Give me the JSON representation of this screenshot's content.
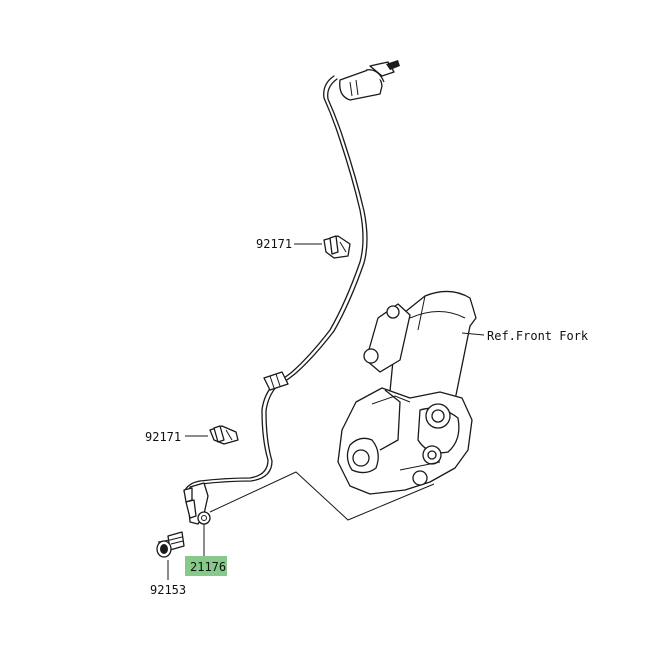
{
  "labels": {
    "cable_clip_upper": "92171",
    "cable_clip_lower": "92171",
    "bolt": "92153",
    "sensor": "21176",
    "reference": "Ref.Front Fork"
  },
  "colors": {
    "highlight": "#86c98a",
    "line": "#1a1a1a",
    "background": "#ffffff"
  }
}
